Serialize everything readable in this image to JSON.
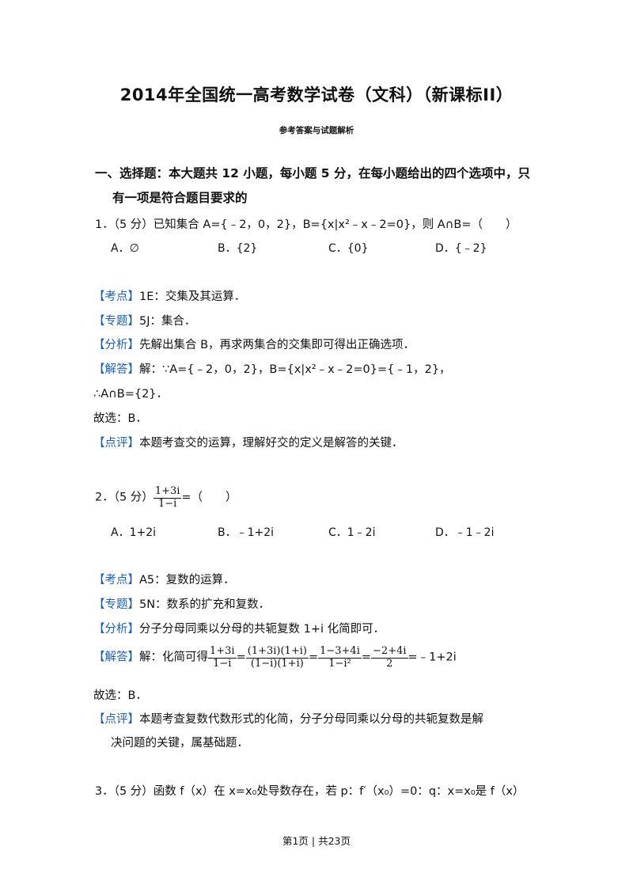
{
  "header": {
    "title": "2014年全国统一高考数学试卷（文科）（新课标II）",
    "subtitle": "参考答案与试题解析"
  },
  "section1": {
    "heading_line1": "一、选择题：本大题共 12 小题，每小题 5 分，在每小题给出的四个选项中，只",
    "heading_line2": "有一项是符合题目要求的"
  },
  "q1": {
    "stem": "1．（5 分）已知集合 A={﹣2，0，2}，B={x|x²﹣x﹣2=0}，则 A∩B=（　　）",
    "options": [
      "A．∅",
      "B．{2}",
      "C．{0}",
      "D．{﹣2}"
    ],
    "kaodian_tag": "【考点】",
    "kaodian": "1E：交集及其运算．",
    "zhuanti_tag": "【专题】",
    "zhuanti": "5J：集合．",
    "fenxi_tag": "【分析】",
    "fenxi": "先解出集合 B，再求两集合的交集即可得出正确选项．",
    "jieda_tag": "【解答】",
    "jieda": "解：∵A={﹣2，0，2}，B={x|x²﹣x﹣2=0}={﹣1，2}，",
    "jieda2": "∴A∩B={2}．",
    "guxuan": "故选：B．",
    "dianping_tag": "【点评】",
    "dianping": "本题考查交的运算，理解好交的定义是解答的关键．"
  },
  "q2": {
    "stem_prefix": "2．（5 分）",
    "stem_num": "1+3i",
    "stem_den": "1−i",
    "stem_suffix": "=（　　）",
    "options": [
      "A．1+2i",
      "B．﹣1+2i",
      "C．1﹣2i",
      "D．﹣1﹣2i"
    ],
    "kaodian_tag": "【考点】",
    "kaodian": "A5：复数的运算．",
    "zhuanti_tag": "【专题】",
    "zhuanti": "5N：数系的扩充和复数．",
    "fenxi_tag": "【分析】",
    "fenxi": "分子分母同乘以分母的共轭复数 1+i 化简即可．",
    "jieda_tag": "【解答】",
    "jieda_prefix": "解：化简可得",
    "f1_num": "1+3i",
    "f1_den": "1−i",
    "f2_num": "(1+3i)(1+i)",
    "f2_den": "(1−i)(1+i)",
    "f3_num": "1−3+4i",
    "f3_den": "1−i²",
    "f4_num": "−2+4i",
    "f4_den": "2",
    "eq": "=",
    "jieda_result": "=﹣1+2i",
    "guxuan": "故选：B．",
    "dianping_tag": "【点评】",
    "dianping": "本题考查复数代数形式的化简，分子分母同乘以分母的共轭复数是解",
    "dianping2": "决问题的关键，属基础题．"
  },
  "q3": {
    "stem": "3．（5 分）函数 f（x）在 x=x₀处导数存在，若 p：f′（x₀）=0：q：x=x₀是 f（x）"
  },
  "footer": {
    "text": "第1页 | 共23页"
  }
}
